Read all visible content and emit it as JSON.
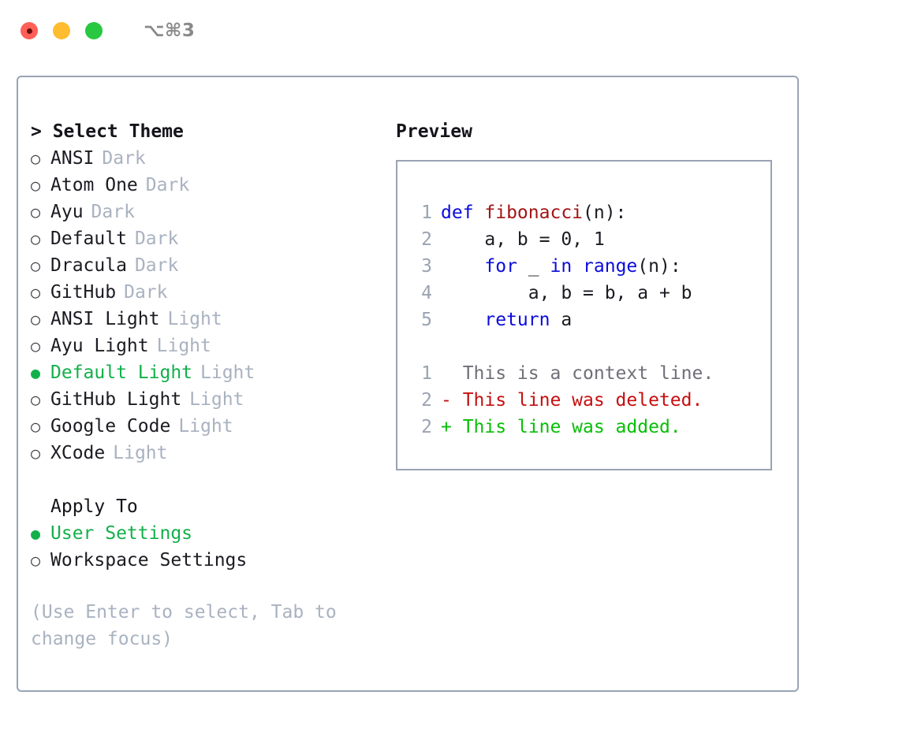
{
  "window": {
    "title": "⌥⌘3",
    "traffic_lights": [
      "close",
      "minimize",
      "maximize"
    ]
  },
  "left": {
    "heading": "> Select Theme",
    "themes": [
      {
        "marker": "○",
        "name": "ANSI",
        "kind": "Dark",
        "selected": false
      },
      {
        "marker": "○",
        "name": "Atom One",
        "kind": "Dark",
        "selected": false
      },
      {
        "marker": "○",
        "name": "Ayu",
        "kind": "Dark",
        "selected": false
      },
      {
        "marker": "○",
        "name": "Default",
        "kind": "Dark",
        "selected": false
      },
      {
        "marker": "○",
        "name": "Dracula",
        "kind": "Dark",
        "selected": false
      },
      {
        "marker": "○",
        "name": "GitHub",
        "kind": "Dark",
        "selected": false
      },
      {
        "marker": "○",
        "name": "ANSI Light",
        "kind": "Light",
        "selected": false
      },
      {
        "marker": "○",
        "name": "Ayu Light",
        "kind": "Light",
        "selected": false
      },
      {
        "marker": "●",
        "name": "Default Light",
        "kind": "Light",
        "selected": true
      },
      {
        "marker": "○",
        "name": "GitHub Light",
        "kind": "Light",
        "selected": false
      },
      {
        "marker": "○",
        "name": "Google Code",
        "kind": "Light",
        "selected": false
      },
      {
        "marker": "○",
        "name": "XCode",
        "kind": "Light",
        "selected": false
      }
    ],
    "apply_to_heading": "Apply To",
    "apply_to": [
      {
        "marker": "●",
        "name": "User Settings",
        "selected": true
      },
      {
        "marker": "○",
        "name": "Workspace Settings",
        "selected": false
      }
    ],
    "hint": "(Use Enter to select, Tab to change focus)"
  },
  "preview": {
    "title": "Preview",
    "code": [
      {
        "no": "1",
        "segments": [
          {
            "t": "def ",
            "c": "kw"
          },
          {
            "t": "fibonacci",
            "c": "fn"
          },
          {
            "t": "(n):",
            "c": "code-body"
          }
        ]
      },
      {
        "no": "2",
        "segments": [
          {
            "t": "    a, b = 0, 1",
            "c": "code-body"
          }
        ]
      },
      {
        "no": "3",
        "segments": [
          {
            "t": "    ",
            "c": "code-body"
          },
          {
            "t": "for",
            "c": "kw"
          },
          {
            "t": " _ ",
            "c": "code-body"
          },
          {
            "t": "in",
            "c": "kw"
          },
          {
            "t": " ",
            "c": "code-body"
          },
          {
            "t": "range",
            "c": "kw"
          },
          {
            "t": "(n):",
            "c": "code-body"
          }
        ]
      },
      {
        "no": "4",
        "segments": [
          {
            "t": "        a, b = b, a + b",
            "c": "code-body"
          }
        ]
      },
      {
        "no": "5",
        "segments": [
          {
            "t": "    ",
            "c": "code-body"
          },
          {
            "t": "return",
            "c": "kw"
          },
          {
            "t": " a",
            "c": "code-body"
          }
        ]
      }
    ],
    "diff": [
      {
        "no": "1",
        "text": "  This is a context line.",
        "kind": "diff-ctx"
      },
      {
        "no": "2",
        "text": "- This line was deleted.",
        "kind": "diff-del"
      },
      {
        "no": "2",
        "text": "+ This line was added.",
        "kind": "diff-add"
      }
    ]
  },
  "colors": {
    "accent_green": "#12b04a",
    "border": "#99a3b4",
    "muted": "#a9b2c0",
    "keyword_blue": "#0b0bdd",
    "function_red": "#a31515",
    "diff_delete": "#c50f0f",
    "diff_add": "#07bf07",
    "traffic_red": "#ff5f57",
    "traffic_yellow": "#febc2e",
    "traffic_green": "#28c840"
  }
}
